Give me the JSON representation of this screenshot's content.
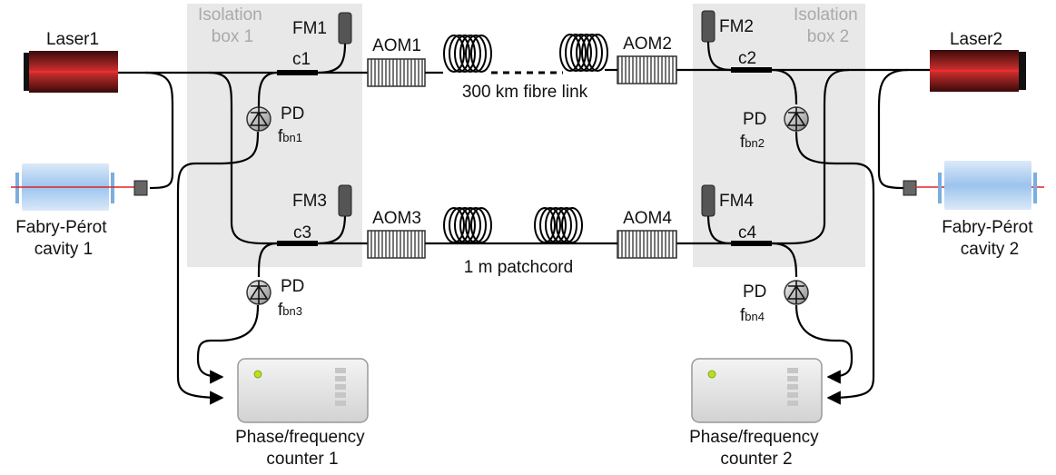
{
  "isolation_box_1": [
    "Isolation",
    "box 1"
  ],
  "isolation_box_2": [
    "Isolation",
    "box 2"
  ],
  "laser1": "Laser1",
  "laser2": "Laser2",
  "cavity1": [
    "Fabry-Pérot",
    "cavity 1"
  ],
  "cavity2": [
    "Fabry-Pérot",
    "cavity 2"
  ],
  "fm1": "FM1",
  "fm2": "FM2",
  "fm3": "FM3",
  "fm4": "FM4",
  "c1": "c1",
  "c2": "c2",
  "c3": "c3",
  "c4": "c4",
  "aom1": "AOM1",
  "aom2": "AOM2",
  "aom3": "AOM3",
  "aom4": "AOM4",
  "fibre_link": "300 km fibre link",
  "patchcord": "1 m patchcord",
  "pd_label": "PD",
  "f": "f",
  "bn1": "bn1",
  "bn2": "bn2",
  "bn3": "bn3",
  "bn4": "bn4",
  "counter1": [
    "Phase/frequency",
    "counter 1"
  ],
  "counter2": [
    "Phase/frequency",
    "counter 2"
  ],
  "colors": {
    "laser": "#c0262c",
    "box": "#e8e8e8",
    "led": "#b8e020",
    "fibre": "#000000"
  }
}
